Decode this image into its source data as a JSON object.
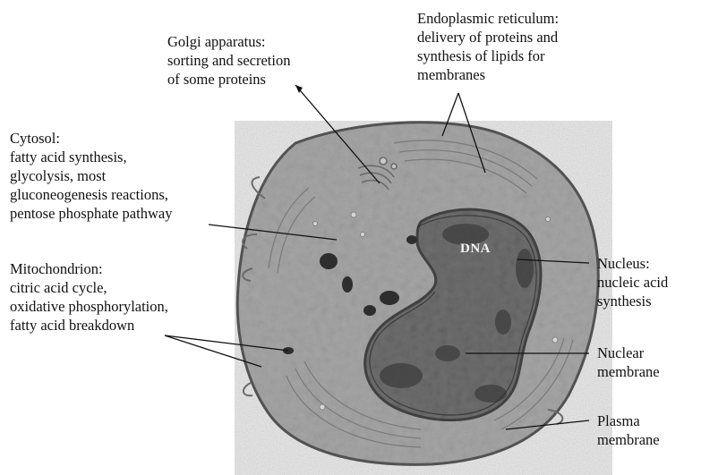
{
  "labels": {
    "golgi": [
      "Golgi apparatus:",
      "sorting and secretion",
      "of some proteins"
    ],
    "er": [
      "Endoplasmic reticulum:",
      "delivery of proteins and",
      "synthesis of lipids for",
      "membranes"
    ],
    "cytosol": [
      "Cytosol:",
      "fatty acid synthesis,",
      "glycolysis, most",
      "gluconeogenesis reactions,",
      "pentose phosphate pathway"
    ],
    "mitochondrion": [
      "Mitochondrion:",
      "citric acid cycle,",
      "oxidative phosphorylation,",
      "fatty acid breakdown"
    ],
    "nucleus": [
      "Nucleus:",
      "nucleic acid",
      "synthesis"
    ],
    "nuclear_membrane": [
      "Nuclear",
      "membrane"
    ],
    "plasma_membrane": [
      "Plasma",
      "membrane"
    ]
  },
  "micrograph": {
    "dna_label": "DNA"
  },
  "colors": {
    "cytoplasm": "#a9a9a9",
    "nucleus": "#6e6e6e",
    "heterochromatin": "#3d3d3d",
    "membrane": "#525252",
    "leader_line": "#111111"
  }
}
